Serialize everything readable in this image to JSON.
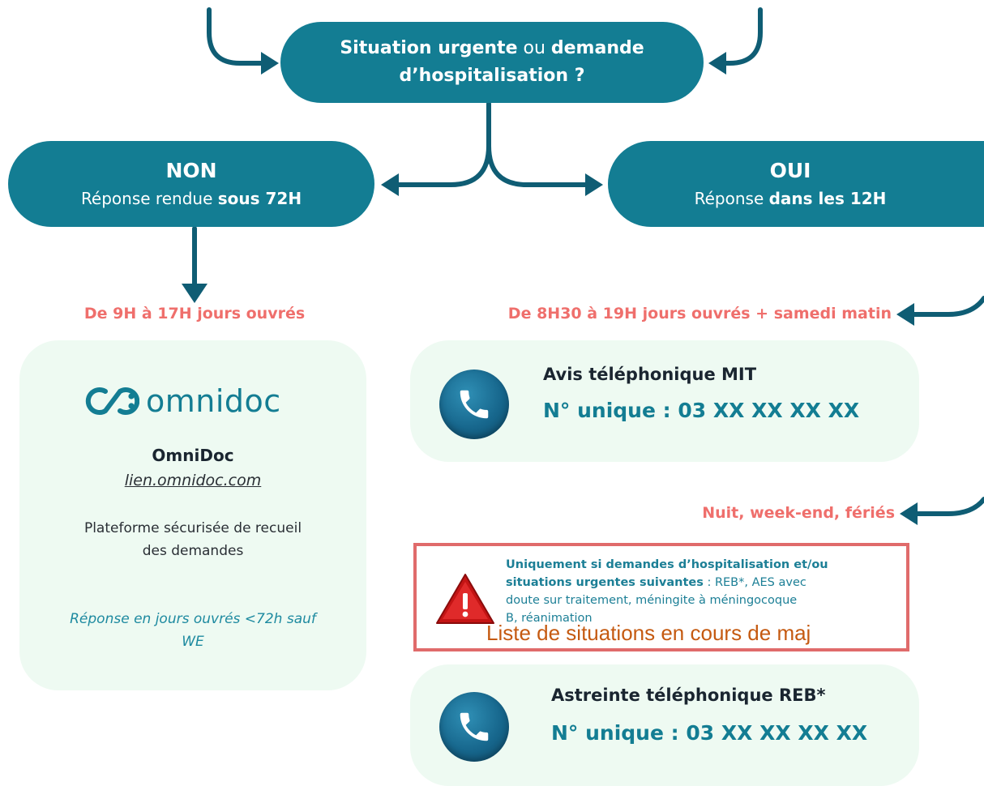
{
  "question": {
    "bold1": "Situation urgente",
    "mid": " ou ",
    "bold2": "demande",
    "line2": "d’hospitalisation ?"
  },
  "non": {
    "title": "NON",
    "prefix": "Réponse rendue ",
    "bold": "sous 72H"
  },
  "oui": {
    "title": "OUI",
    "prefix": "Réponse ",
    "bold": "dans les 12H"
  },
  "left": {
    "hours": "De 9H à 17H jours ouvrés",
    "logo_text": "omnidoc",
    "name": "OmniDoc",
    "link": "lien.omnidoc.com",
    "desc1": "Plateforme sécurisée de recueil",
    "desc2": "des demandes",
    "note1": "Réponse en jours ouvrés <72h sauf",
    "note2": "WE"
  },
  "right": {
    "hours_day": "De 8H30 à 19H jours ouvrés + samedi matin",
    "day_title": "Avis téléphonique MIT",
    "day_number": "N° unique : 03 XX XX XX XX",
    "hours_night": "Nuit, week-end, fériés",
    "warning_bold1": "Uniquement si  demandes d’hospitalisation et/ou",
    "warning_bold2": "situations urgentes suivantes",
    "warning_rest1": " :  REB*, AES avec",
    "warning_line3": "doute sur traitement, méningite à méningocoque",
    "warning_line4": "B, réanimation",
    "warning_overlay": "Liste de situations en cours de maj",
    "night_title": "Astreinte téléphonique REB*",
    "night_number": "N° unique : 03 XX XX XX XX"
  },
  "colors": {
    "teal": "#137d93",
    "salmon": "#ef6f6c",
    "card_bg": "#eefaf2",
    "warning_border": "#e06b6b",
    "overlay_text": "#c55a11"
  }
}
